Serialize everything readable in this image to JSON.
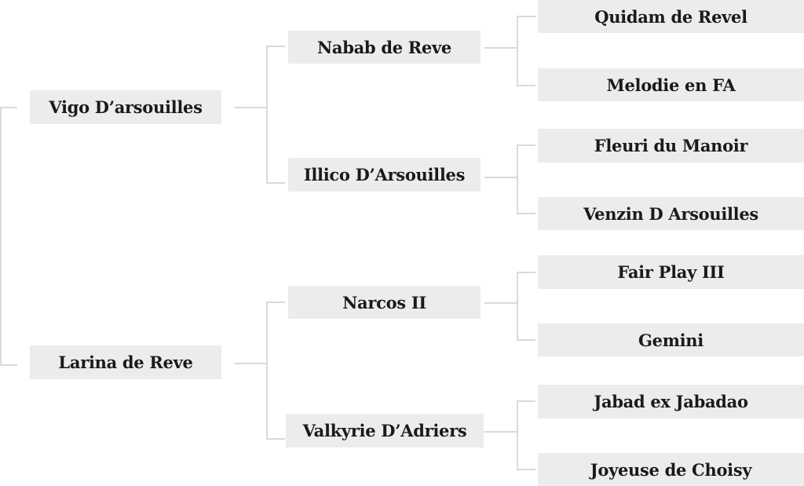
{
  "pedigree": {
    "parents": {
      "sire": "Vigo D’arsouilles",
      "dam": "Larina de Reve"
    },
    "grandparents": {
      "sire_sire": "Nabab de Reve",
      "sire_dam": "Illico D’Arsouilles",
      "dam_sire": "Narcos II",
      "dam_dam": "Valkyrie D’Adriers"
    },
    "great_grandparents": {
      "sss": "Quidam de Revel",
      "ssd": "Melodie en FA",
      "sds": "Fleuri du Manoir",
      "sdd": "Venzin D Arsouilles",
      "dss": "Fair Play III",
      "dsd": "Gemini",
      "dds": "Jabad ex Jabadao",
      "ddd": "Joyeuse de Choisy"
    }
  },
  "colors": {
    "box_background": "#ececec",
    "connector_line": "#d9d9d9",
    "text": "#1a1a1a"
  }
}
